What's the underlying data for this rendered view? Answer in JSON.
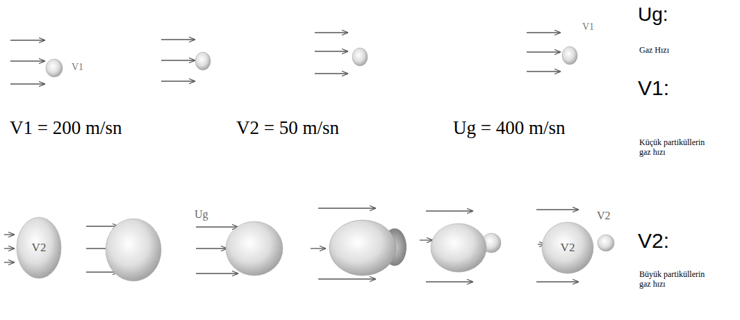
{
  "diagram": {
    "nodes": [
      {
        "text": [
          "V2"
        ]
      },
      {
        "text": [
          "V2"
        ]
      }
    ],
    "labels": [
      "V1",
      "V1",
      "V1 = 200 m/sn",
      "V2 = 50 m/sn",
      "Ug = 400 m/sn",
      "Ug:",
      "Gaz Hızı",
      "V1:",
      "Küçük partiküllerin gaz hızı",
      "V2:",
      "Büyük partiküllerin gaz hızı",
      "Ug",
      "V2"
    ]
  }
}
